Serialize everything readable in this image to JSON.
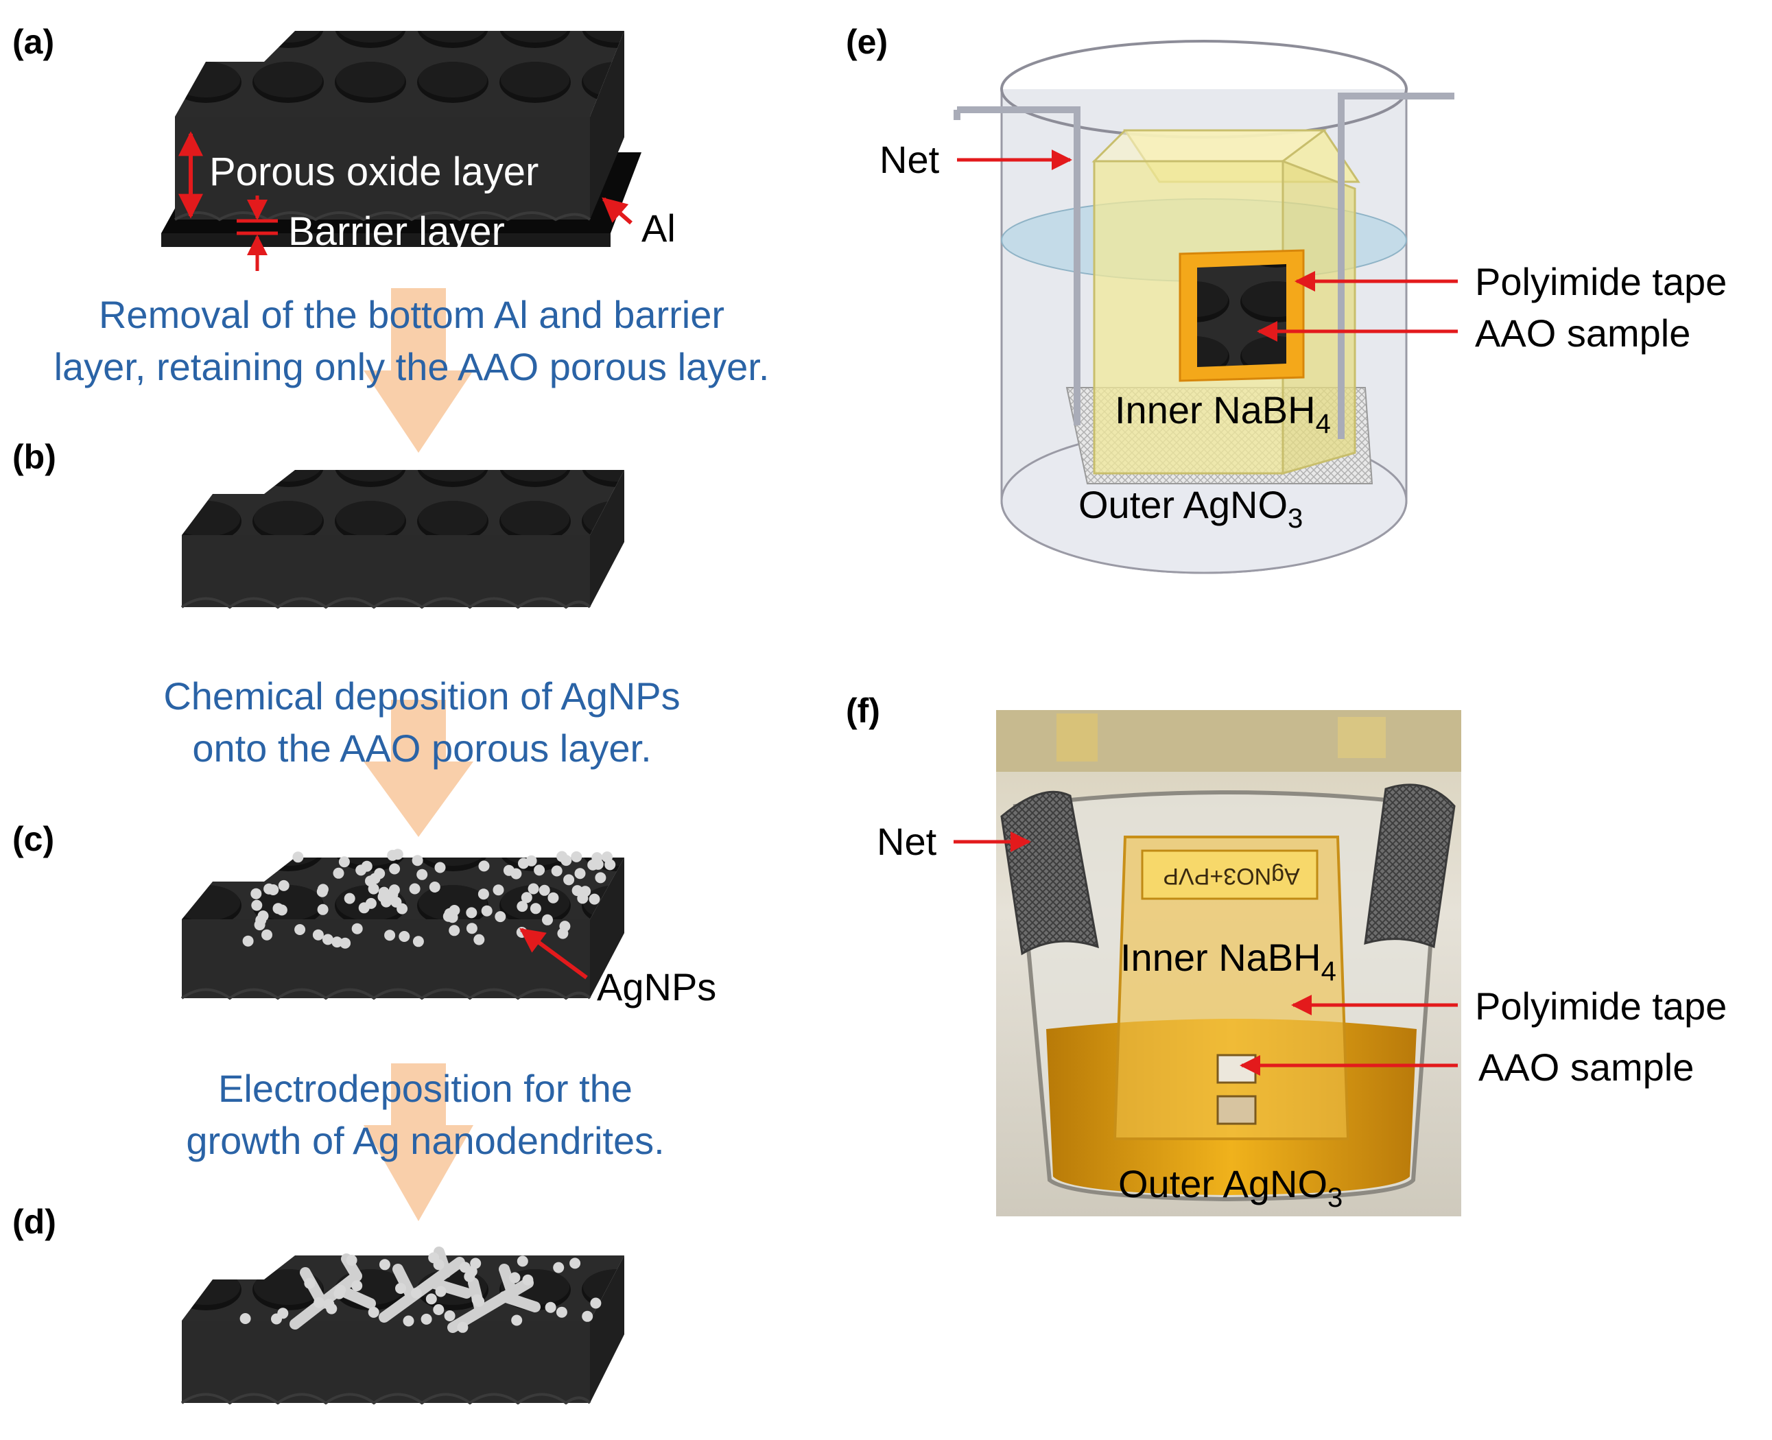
{
  "panels": {
    "a": {
      "label": "(a)",
      "porous_label": "Porous oxide layer",
      "barrier_label": "Barrier layer",
      "al_label": "Al"
    },
    "b": {
      "label": "(b)"
    },
    "c": {
      "label": "(c)",
      "agnps_label": "AgNPs"
    },
    "d": {
      "label": "(d)"
    },
    "e": {
      "label": "(e)",
      "net_label": "Net",
      "tape_label": "Polyimide tape",
      "sample_label": "AAO sample",
      "inner_main": "Inner NaBH",
      "inner_sub": "4",
      "outer_main": "Outer AgNO",
      "outer_sub": "3"
    },
    "f": {
      "label": "(f)",
      "net_label": "Net",
      "tape_label": "Polyimide tape",
      "sample_label": "AAO sample",
      "inner_main": "Inner NaBH",
      "inner_sub": "4",
      "outer_main": "Outer AgNO",
      "outer_sub": "3",
      "beaker_note": "AgNO3+PVP"
    }
  },
  "steps": {
    "step1_line1": "Removal of the bottom Al and barrier",
    "step1_line2": "layer, retaining only the AAO porous layer.",
    "step2_line1": "Chemical deposition of AgNPs",
    "step2_line2": "onto the AAO porous layer.",
    "step3_line1": "Electrodeposition for the",
    "step3_line2": "growth of Ag nanodendrites."
  },
  "colors": {
    "step_text": "#2a63a6",
    "flow_arrow": "#f9cfaa",
    "callout_arrow": "#e31a1c",
    "aao": "#262626"
  }
}
